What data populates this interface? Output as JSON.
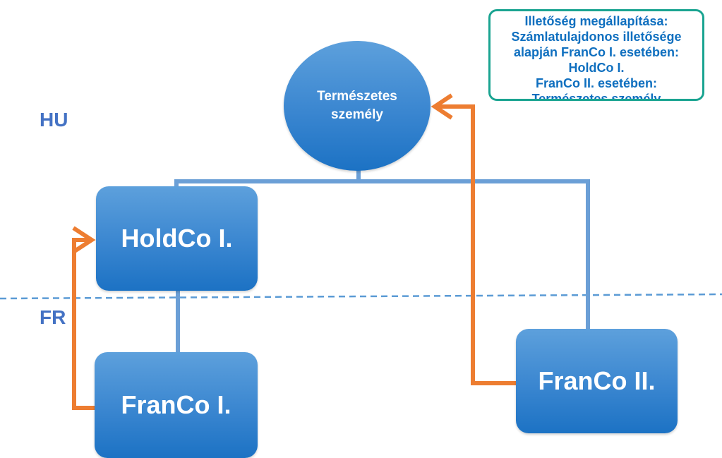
{
  "regions": {
    "hu": "HU",
    "fr": "FR"
  },
  "nodes": {
    "person": "Természetes\nszemély",
    "holdco": "HoldCo I.",
    "franco1": "FranCo I.",
    "franco2": "FranCo II."
  },
  "note": {
    "lines": [
      "Illetőség megállapítása:",
      "Számlatulajdonos illetősége",
      "alapján  FranCo I. esetében:",
      "HoldCo I.",
      "FranCo II. esetében:",
      "Természetes személy"
    ]
  },
  "colors": {
    "node_fill": "#3a86d0",
    "connector": "#6b9fd6",
    "arrow": "#ed7d31",
    "border_line": "#5b9bd5",
    "region_text": "#4472c4",
    "note_border": "#1aa491",
    "note_text": "#0f6fbf"
  }
}
